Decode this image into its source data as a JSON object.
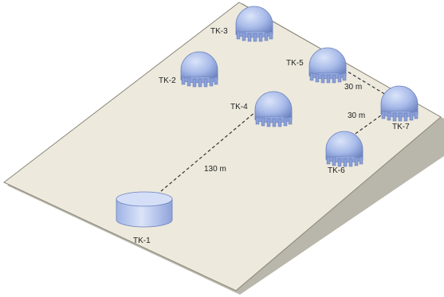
{
  "colors": {
    "plane": "#ede9dd",
    "plane_edge": "#8a8778",
    "plane_shadow": "#b9b6ab",
    "tank_light": "#dbe4f9",
    "tank_mid": "#a8bbe9",
    "tank_dark": "#6f86c4",
    "arrow": "#333333"
  },
  "tanks": [
    {
      "id": "tk1",
      "label": "TK-1",
      "shape": "cylinder"
    },
    {
      "id": "tk2",
      "label": "TK-2",
      "shape": "dome"
    },
    {
      "id": "tk3",
      "label": "TK-3",
      "shape": "dome"
    },
    {
      "id": "tk4",
      "label": "TK-4",
      "shape": "dome"
    },
    {
      "id": "tk5",
      "label": "TK-5",
      "shape": "dome"
    },
    {
      "id": "tk6",
      "label": "TK-6",
      "shape": "dome"
    },
    {
      "id": "tk7",
      "label": "TK-7",
      "shape": "dome"
    }
  ],
  "distances": [
    {
      "from": "TK-4",
      "to": "TK-1",
      "label": "130 m"
    },
    {
      "from": "TK-5",
      "to": "TK-7",
      "label": "30 m"
    },
    {
      "from": "TK-7",
      "to": "TK-6",
      "label": "30 m"
    }
  ]
}
